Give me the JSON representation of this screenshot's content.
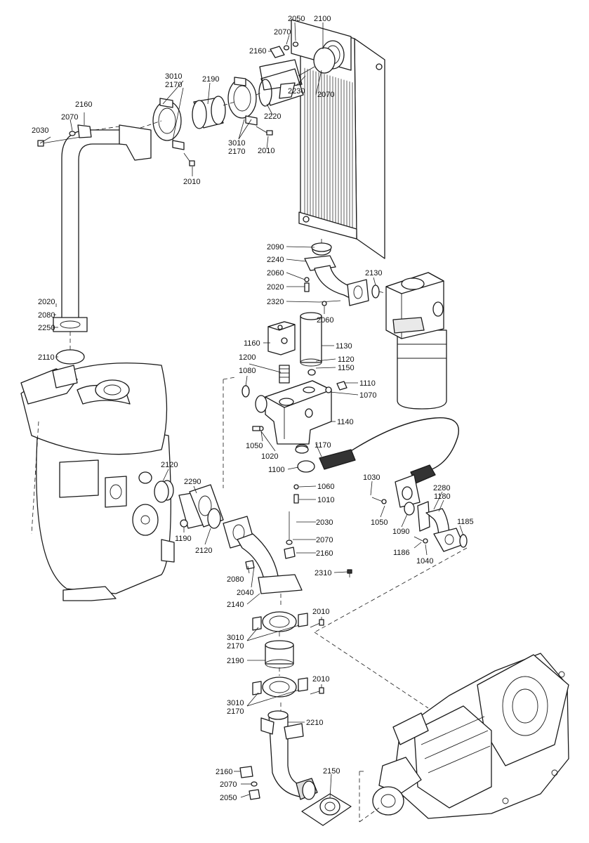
{
  "labels": [
    {
      "id": "l2050a",
      "text": "2050"
    },
    {
      "id": "l2100",
      "text": "2100"
    },
    {
      "id": "l2070a",
      "text": "2070"
    },
    {
      "id": "l2160a",
      "text": "2160"
    },
    {
      "id": "l3010a",
      "text": "3010"
    },
    {
      "id": "l2170a",
      "text": "2170"
    },
    {
      "id": "l2190a",
      "text": "2190"
    },
    {
      "id": "l2230",
      "text": "2230"
    },
    {
      "id": "l2070b",
      "text": "2070"
    },
    {
      "id": "l2220",
      "text": "2220"
    },
    {
      "id": "l2160b",
      "text": "2160"
    },
    {
      "id": "l2070c",
      "text": "2070"
    },
    {
      "id": "l2030a",
      "text": "2030"
    },
    {
      "id": "l3010b",
      "text": "3010"
    },
    {
      "id": "l2170b",
      "text": "2170"
    },
    {
      "id": "l2010a",
      "text": "2010"
    },
    {
      "id": "l2010b",
      "text": "2010"
    },
    {
      "id": "l2090",
      "text": "2090"
    },
    {
      "id": "l2240",
      "text": "2240"
    },
    {
      "id": "l2060a",
      "text": "2060"
    },
    {
      "id": "l2130",
      "text": "2130"
    },
    {
      "id": "l2020a",
      "text": "2020"
    },
    {
      "id": "l2320",
      "text": "2320"
    },
    {
      "id": "l2060b",
      "text": "2060"
    },
    {
      "id": "l2020b",
      "text": "2020"
    },
    {
      "id": "l2080a",
      "text": "2080"
    },
    {
      "id": "l2250",
      "text": "2250"
    },
    {
      "id": "l1160",
      "text": "1160"
    },
    {
      "id": "l1130",
      "text": "1130"
    },
    {
      "id": "l1200",
      "text": "1200"
    },
    {
      "id": "l1120",
      "text": "1120"
    },
    {
      "id": "l2110",
      "text": "2110"
    },
    {
      "id": "l1150",
      "text": "1150"
    },
    {
      "id": "l1080",
      "text": "1080"
    },
    {
      "id": "l1110",
      "text": "1110"
    },
    {
      "id": "l1070",
      "text": "1070"
    },
    {
      "id": "l1140",
      "text": "1140"
    },
    {
      "id": "l1050a",
      "text": "1050"
    },
    {
      "id": "l1020",
      "text": "1020"
    },
    {
      "id": "l1170",
      "text": "1170"
    },
    {
      "id": "l1100",
      "text": "1100"
    },
    {
      "id": "l2120a",
      "text": "2120"
    },
    {
      "id": "l2290",
      "text": "2290"
    },
    {
      "id": "l1060",
      "text": "1060"
    },
    {
      "id": "l1010",
      "text": "1010"
    },
    {
      "id": "l1030",
      "text": "1030"
    },
    {
      "id": "l2280",
      "text": "2280"
    },
    {
      "id": "l1180",
      "text": "1180"
    },
    {
      "id": "l1050b",
      "text": "1050"
    },
    {
      "id": "l2030b",
      "text": "2030"
    },
    {
      "id": "l1185",
      "text": "1185"
    },
    {
      "id": "l1090",
      "text": "1090"
    },
    {
      "id": "l1190",
      "text": "1190"
    },
    {
      "id": "l2120b",
      "text": "2120"
    },
    {
      "id": "l2070d",
      "text": "2070"
    },
    {
      "id": "l2160c",
      "text": "2160"
    },
    {
      "id": "l1186",
      "text": "1186"
    },
    {
      "id": "l1040",
      "text": "1040"
    },
    {
      "id": "l2080b",
      "text": "2080"
    },
    {
      "id": "l2040",
      "text": "2040"
    },
    {
      "id": "l2310",
      "text": "2310"
    },
    {
      "id": "l2140",
      "text": "2140"
    },
    {
      "id": "l2010c",
      "text": "2010"
    },
    {
      "id": "l3010c",
      "text": "3010"
    },
    {
      "id": "l2170c",
      "text": "2170"
    },
    {
      "id": "l2190b",
      "text": "2190"
    },
    {
      "id": "l2010d",
      "text": "2010"
    },
    {
      "id": "l3010d",
      "text": "3010"
    },
    {
      "id": "l2170d",
      "text": "2170"
    },
    {
      "id": "l2210",
      "text": "2210"
    },
    {
      "id": "l2160d",
      "text": "2160"
    },
    {
      "id": "l2150",
      "text": "2150"
    },
    {
      "id": "l2070e",
      "text": "2070"
    },
    {
      "id": "l2050b",
      "text": "2050"
    }
  ]
}
